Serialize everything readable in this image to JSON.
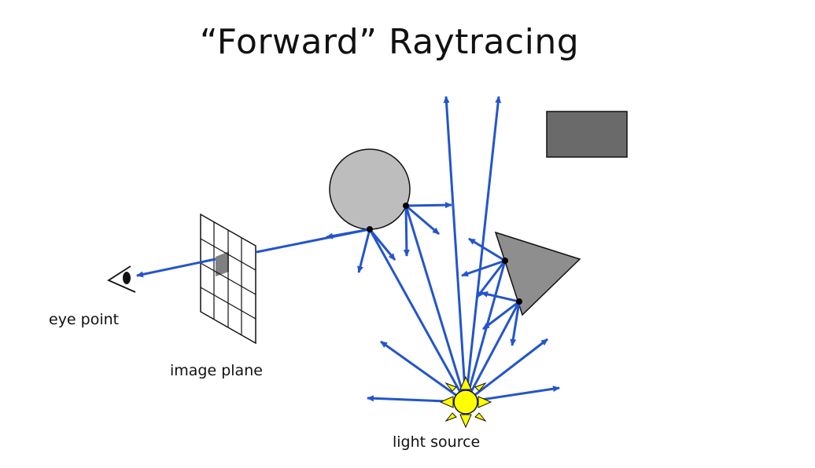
{
  "title": "“Forward” Raytracing",
  "labels": {
    "eye_point": "eye point",
    "image_plane": "image plane",
    "light_source": "light source"
  },
  "colors": {
    "ray": "#2355cc",
    "sphere": "#bdbdbd",
    "triangle": "#8e8e8e",
    "rectangle": "#6a6a6a",
    "image_plane_cell": "#808080",
    "sun": "#ffff00",
    "outline": "#111111"
  },
  "icons": [
    "eye-icon",
    "sun-icon"
  ]
}
